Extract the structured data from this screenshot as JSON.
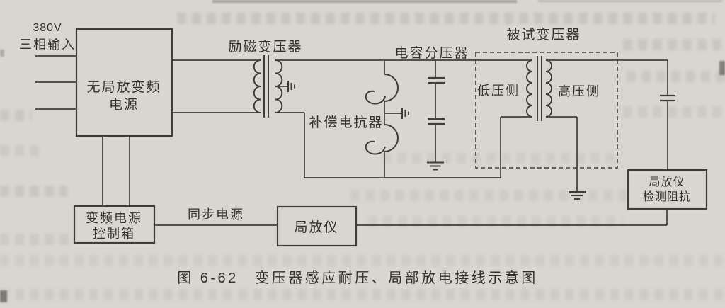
{
  "page": {
    "background": "#d9d6d0",
    "ink_color": "#403d37",
    "text_color": "#34312b"
  },
  "diagram": {
    "input": {
      "voltage": "380V",
      "label": "三相输入"
    },
    "vf_power_box": {
      "line1": "无局放变频",
      "line2": "电源"
    },
    "excitation_transformer": {
      "label": "励磁变压器"
    },
    "compensation_reactor": {
      "label": "补偿电抗器"
    },
    "capacitor_divider": {
      "label": "电容分压器"
    },
    "test_transformer": {
      "label": "被试变压器",
      "lv_side": "低压侧",
      "hv_side": "高压侧"
    },
    "vf_control_box": {
      "line1": "变频电源",
      "line2": "控制箱"
    },
    "sync_power": {
      "label": "同步电源"
    },
    "pd_detector_box": {
      "label": "局放仪"
    },
    "detection_impedance_box": {
      "line1": "局放仪",
      "line2": "检测阻抗"
    }
  },
  "caption": "图 6-62　变压器感应耐压、局部放电接线示意图"
}
